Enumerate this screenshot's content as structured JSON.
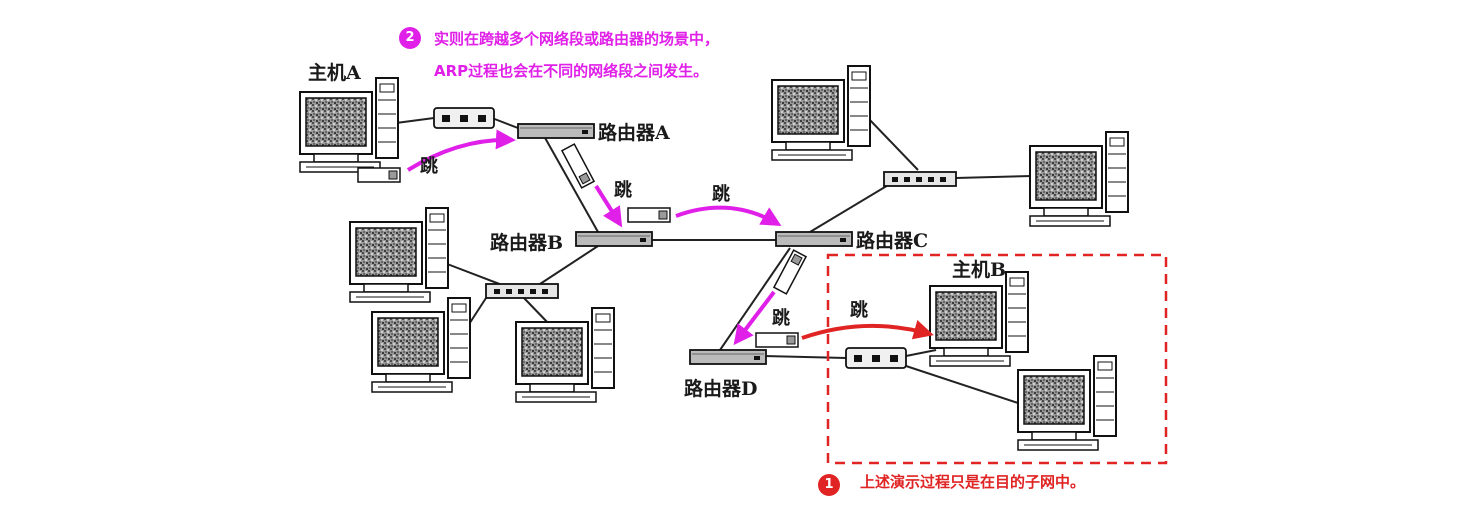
{
  "colors": {
    "magenta": "#e020e8",
    "red": "#e02424",
    "line": "#222222"
  },
  "note_top": {
    "badge": "2",
    "line1": "实则在跨越多个网络段或路由器的场景中，",
    "line2": "ARP过程也会在不同的网络段之间发生。"
  },
  "note_bottom": {
    "badge": "1",
    "text": "上述演示过程只是在目的子网中。"
  },
  "labels": {
    "host_a": "主机A",
    "host_b": "主机B",
    "router_a": "路由器A",
    "router_b": "路由器B",
    "router_c": "路由器C",
    "router_d": "路由器D",
    "hop": "跳"
  }
}
